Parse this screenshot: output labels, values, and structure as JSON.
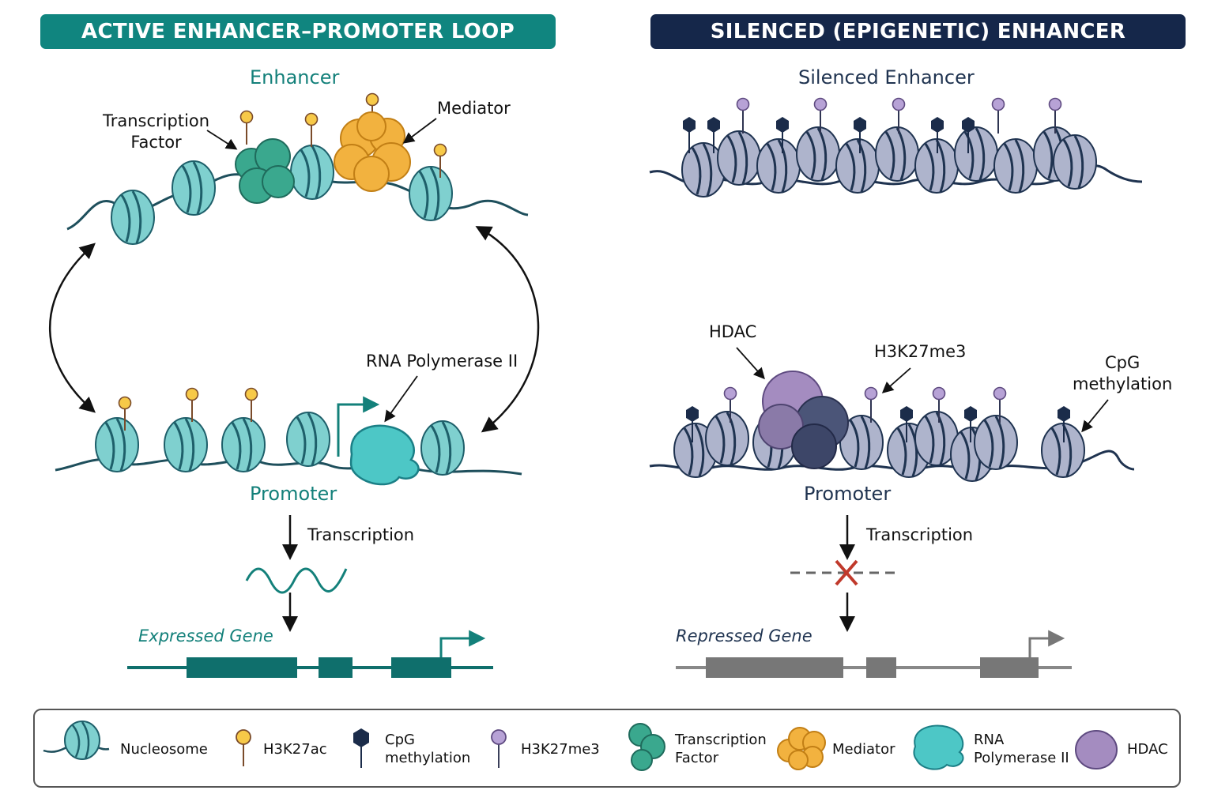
{
  "panels": {
    "active": {
      "title": "ACTIVE ENHANCER–PROMOTER LOOP",
      "enhancer_label": "Enhancer",
      "promoter_label": "Promoter",
      "transcription_factor_label": [
        "Transcription",
        "Factor"
      ],
      "mediator_label": "Mediator",
      "rna_pol_label": "RNA Polymerase II",
      "transcription_label": "Transcription",
      "gene_label": "Expressed Gene"
    },
    "silenced": {
      "title": "SILENCED (EPIGENETIC) ENHANCER",
      "enhancer_label": "Silenced Enhancer",
      "promoter_label": "Promoter",
      "hdac_label": "HDAC",
      "h3k27me3_label": "H3K27me3",
      "cpg_label": [
        "CpG",
        "methylation"
      ],
      "transcription_label": "Transcription",
      "gene_label": "Repressed Gene"
    }
  },
  "legend": [
    {
      "icon": "nucleosome-icon",
      "lines": [
        "Nucleosome"
      ]
    },
    {
      "icon": "h3k27ac-icon",
      "lines": [
        "H3K27ac"
      ]
    },
    {
      "icon": "cpg-methylation-icon",
      "lines": [
        "CpG",
        "methylation"
      ]
    },
    {
      "icon": "h3k27me3-icon",
      "lines": [
        "H3K27me3"
      ]
    },
    {
      "icon": "transcription-factor-icon",
      "lines": [
        "Transcription",
        "Factor"
      ]
    },
    {
      "icon": "mediator-icon",
      "lines": [
        "Mediator"
      ]
    },
    {
      "icon": "rna-polymerase-icon",
      "lines": [
        "RNA",
        "Polymerase II"
      ]
    },
    {
      "icon": "hdac-icon",
      "lines": [
        "HDAC"
      ]
    }
  ],
  "colors": {
    "teal_banner": "#10857f",
    "navy_banner": "#15274a",
    "active_nucleosome": "#7fd0cf",
    "silenced_nucleosome": "#aeb4cc",
    "mediator": "#f2b23f",
    "transcription_factor": "#3aa88e",
    "rna_polymerase": "#4dc7c6",
    "hdac": "#a48cc0",
    "h3k27ac": "#f7c948",
    "h3k27me3": "#b7a2d6",
    "cpg": "#1b2c4a",
    "block_x": "#c0392b"
  }
}
